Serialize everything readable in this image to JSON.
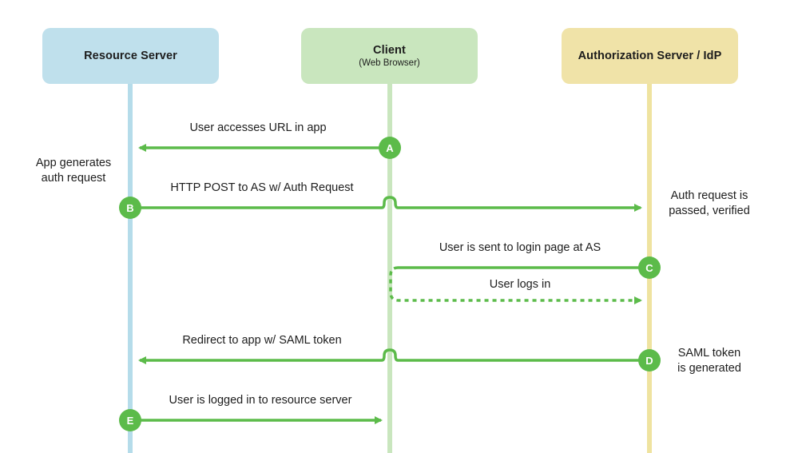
{
  "colors": {
    "resource_server": "#bfe0ec",
    "client": "#c9e6be",
    "authorization_server": "#f0e3a8",
    "resource_line": "#b5dcea",
    "client_line": "#c9e6be",
    "as_line": "#efe3a0",
    "arrow": "#5cbb4a"
  },
  "actors": {
    "resource_server": {
      "title": "Resource Server"
    },
    "client": {
      "title": "Client",
      "subtitle": "(Web Browser)"
    },
    "authorization_server": {
      "title": "Authorization Server / IdP"
    }
  },
  "messages": [
    {
      "id": "A",
      "label": "User accesses URL in app",
      "from": "client",
      "to": "resource_server",
      "style": "solid"
    },
    {
      "id": "B",
      "label": "HTTP POST to AS w/ Auth Request",
      "from": "resource_server",
      "to": "authorization_server",
      "style": "solid"
    },
    {
      "id": "C",
      "label": "User is sent to login page at AS",
      "from": "authorization_server",
      "to": "client",
      "style": "solid"
    },
    {
      "id": "",
      "label": "User logs in",
      "from": "client",
      "to": "authorization_server",
      "style": "dotted"
    },
    {
      "id": "D",
      "label": "Redirect to app w/ SAML token",
      "from": "authorization_server",
      "to": "resource_server",
      "style": "solid"
    },
    {
      "id": "E",
      "label": "User is logged in to resource server",
      "from": "resource_server",
      "to": "client",
      "style": "solid"
    }
  ],
  "notes": {
    "app_generates": {
      "line1": "App generates",
      "line2": "auth request"
    },
    "auth_request_passed": {
      "line1": "Auth request is",
      "line2": "passed, verified"
    },
    "saml_token_generated": {
      "line1": "SAML token",
      "line2": "is generated"
    }
  }
}
